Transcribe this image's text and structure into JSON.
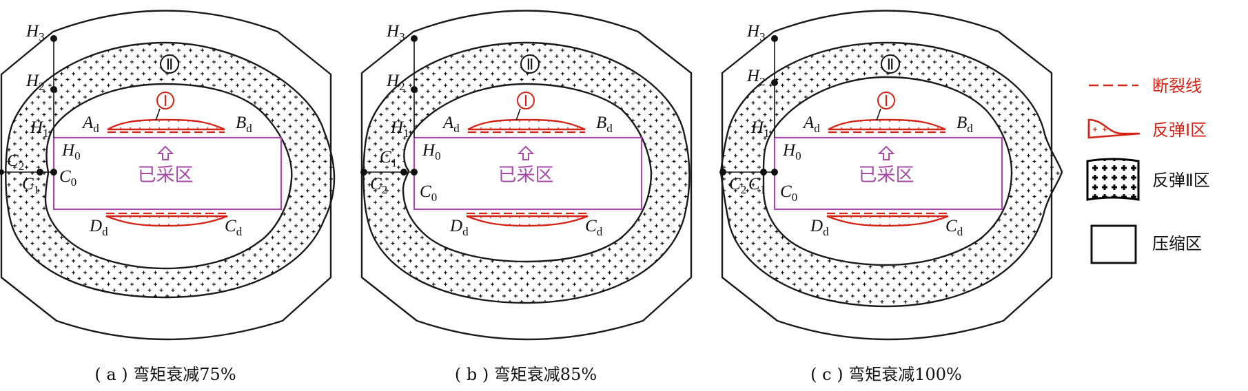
{
  "panels": [
    {
      "caption": "( a ) 弯矩衰减75%",
      "goaf_label": "已采区",
      "zone1_label": "Ⅰ",
      "zone2_label": "Ⅱ",
      "points": {
        "H3": [
          "H",
          "3"
        ],
        "H2": [
          "H",
          "2"
        ],
        "H1": [
          "H",
          "1"
        ],
        "H0": [
          "H",
          "0"
        ],
        "C2": [
          "C",
          "2"
        ],
        "C1": [
          "C",
          "1"
        ],
        "C0": [
          "C",
          "0"
        ],
        "Ad": [
          "A",
          "d"
        ],
        "Bd": [
          "B",
          "d"
        ],
        "Cd": [
          "C",
          "d"
        ],
        "Dd": [
          "D",
          "d"
        ]
      }
    },
    {
      "caption": "( b ) 弯矩衰减85%",
      "goaf_label": "已采区",
      "zone1_label": "Ⅰ",
      "zone2_label": "Ⅱ",
      "points": {
        "H3": [
          "H",
          "3"
        ],
        "H2": [
          "H",
          "2"
        ],
        "H1": [
          "H",
          "1"
        ],
        "H0": [
          "H",
          "0"
        ],
        "C2": [
          "C",
          "2"
        ],
        "C1": [
          "C",
          "1"
        ],
        "C0": [
          "C",
          "0"
        ],
        "Ad": [
          "A",
          "d"
        ],
        "Bd": [
          "B",
          "d"
        ],
        "Cd": [
          "C",
          "d"
        ],
        "Dd": [
          "D",
          "d"
        ]
      }
    },
    {
      "caption": "( c ) 弯矩衰减100%",
      "goaf_label": "已采区",
      "zone1_label": "Ⅰ",
      "zone2_label": "Ⅱ",
      "points": {
        "H3": [
          "H",
          "3"
        ],
        "H2": [
          "H",
          "2"
        ],
        "H1": [
          "H",
          "1"
        ],
        "H0": [
          "H",
          "0"
        ],
        "C2": [
          "C",
          "2"
        ],
        "C1": [
          "C",
          "1"
        ],
        "C0": [
          "C",
          "0"
        ],
        "Ad": [
          "A",
          "d"
        ],
        "Bd": [
          "B",
          "d"
        ],
        "Cd": [
          "C",
          "d"
        ],
        "Dd": [
          "D",
          "d"
        ]
      }
    }
  ],
  "legend": {
    "fracture_line": "断裂线",
    "rebound_1": "反弹Ⅰ区",
    "rebound_2": "反弹Ⅱ区",
    "compression": "压缩区"
  },
  "colors": {
    "fracture": "#d42418",
    "goaf": "#a64ca6",
    "outline": "#1a1a1a"
  }
}
